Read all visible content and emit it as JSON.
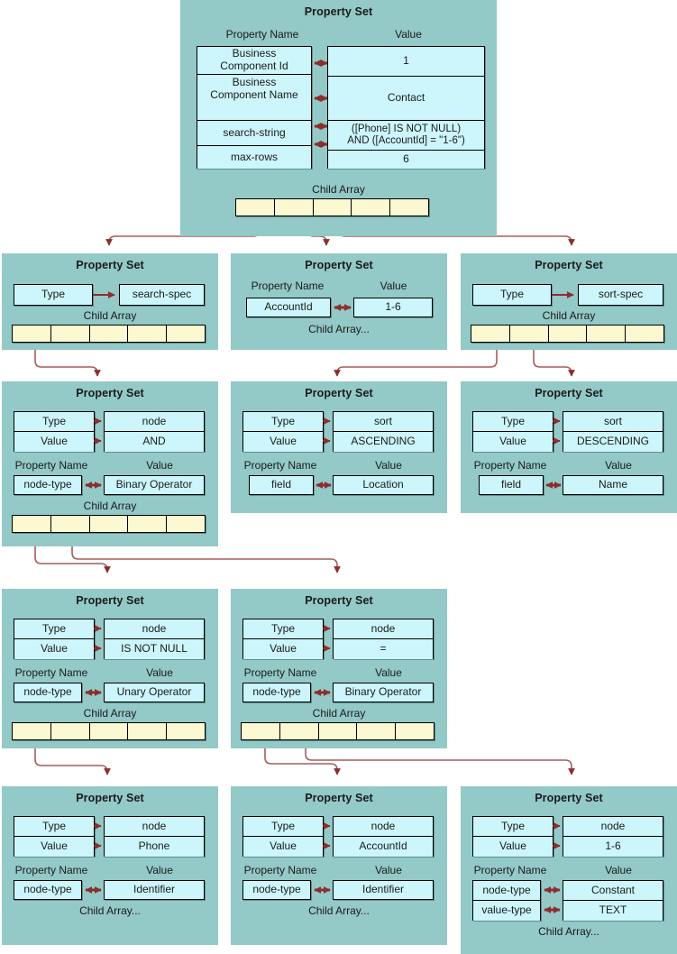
{
  "labels": {
    "property_set": "Property Set",
    "property_name": "Property Name",
    "value": "Value",
    "child_array": "Child Array",
    "child_array_more": "Child Array...",
    "type": "Type",
    "value_key": "Value"
  },
  "colors": {
    "panel_bg": "#93c9c7",
    "box_bg": "#ccf6fb",
    "child_cell_bg": "#fbf8d2",
    "connector": "#a85b5b",
    "arrow_head": "#8b2e2e",
    "border": "#000000",
    "page_bg": "#ffffff"
  },
  "root": {
    "title": "Property Set",
    "col_name_header": "Property Name",
    "col_value_header": "Value",
    "rows": [
      {
        "name": "Business\nComponent Id",
        "value": "1"
      },
      {
        "name": "Business\nComponent Name",
        "value": "Contact"
      },
      {
        "name": "search-string",
        "value": "([Phone] IS NOT NULL)\nAND ([AccountId] = \"1-6\")"
      },
      {
        "name": "max-rows",
        "value": "6"
      }
    ],
    "child_array_label": "Child Array",
    "child_array_cells": 5
  },
  "row2": [
    {
      "title": "Property Set",
      "kind": "type-only",
      "type_label": "Type",
      "type_value": "search-spec",
      "child_array_label": "Child Array",
      "child_array_cells": 5
    },
    {
      "title": "Property Set",
      "kind": "name-value",
      "col_name_header": "Property Name",
      "col_value_header": "Value",
      "name": "AccountId",
      "value": "1-6",
      "child_array_label": "Child Array..."
    },
    {
      "title": "Property Set",
      "kind": "type-only",
      "type_label": "Type",
      "type_value": "sort-spec",
      "child_array_label": "Child Array",
      "child_array_cells": 5
    }
  ],
  "row3": [
    {
      "title": "Property Set",
      "type_label": "Type",
      "type_value": "node",
      "value_label": "Value",
      "value_value": "AND",
      "col_name_header": "Property Name",
      "col_value_header": "Value",
      "prop_name": "node-type",
      "prop_value": "Binary Operator",
      "child_array_label": "Child Array",
      "child_array_cells": 5
    },
    {
      "title": "Property Set",
      "type_label": "Type",
      "type_value": "sort",
      "value_label": "Value",
      "value_value": "ASCENDING",
      "col_name_header": "Property Name",
      "col_value_header": "Value",
      "prop_name": "field",
      "prop_value": "Location",
      "child_array_label": "",
      "child_array_cells": 0
    },
    {
      "title": "Property Set",
      "type_label": "Type",
      "type_value": "sort",
      "value_label": "Value",
      "value_value": "DESCENDING",
      "col_name_header": "Property Name",
      "col_value_header": "Value",
      "prop_name": "field",
      "prop_value": "Name",
      "child_array_label": "",
      "child_array_cells": 0
    }
  ],
  "row4": [
    {
      "title": "Property Set",
      "type_label": "Type",
      "type_value": "node",
      "value_label": "Value",
      "value_value": "IS NOT NULL",
      "col_name_header": "Property Name",
      "col_value_header": "Value",
      "prop_name": "node-type",
      "prop_value": "Unary Operator",
      "child_array_label": "Child Array",
      "child_array_cells": 5
    },
    {
      "title": "Property Set",
      "type_label": "Type",
      "type_value": "node",
      "value_label": "Value",
      "value_value": "=",
      "col_name_header": "Property Name",
      "col_value_header": "Value",
      "prop_name": "node-type",
      "prop_value": "Binary Operator",
      "child_array_label": "Child Array",
      "child_array_cells": 5
    }
  ],
  "row5": [
    {
      "title": "Property Set",
      "type_label": "Type",
      "type_value": "node",
      "value_label": "Value",
      "value_value": "Phone",
      "col_name_header": "Property Name",
      "col_value_header": "Value",
      "props": [
        {
          "name": "node-type",
          "value": "Identifier"
        }
      ],
      "child_array_label": "Child Array..."
    },
    {
      "title": "Property Set",
      "type_label": "Type",
      "type_value": "node",
      "value_label": "Value",
      "value_value": "AccountId",
      "col_name_header": "Property Name",
      "col_value_header": "Value",
      "props": [
        {
          "name": "node-type",
          "value": "Identifier"
        }
      ],
      "child_array_label": "Child Array..."
    },
    {
      "title": "Property Set",
      "type_label": "Type",
      "type_value": "node",
      "value_label": "Value",
      "value_value": "1-6",
      "col_name_header": "Property Name",
      "col_value_header": "Value",
      "props": [
        {
          "name": "node-type",
          "value": "Constant"
        },
        {
          "name": "value-type",
          "value": "TEXT"
        }
      ],
      "child_array_label": "Child Array..."
    }
  ]
}
